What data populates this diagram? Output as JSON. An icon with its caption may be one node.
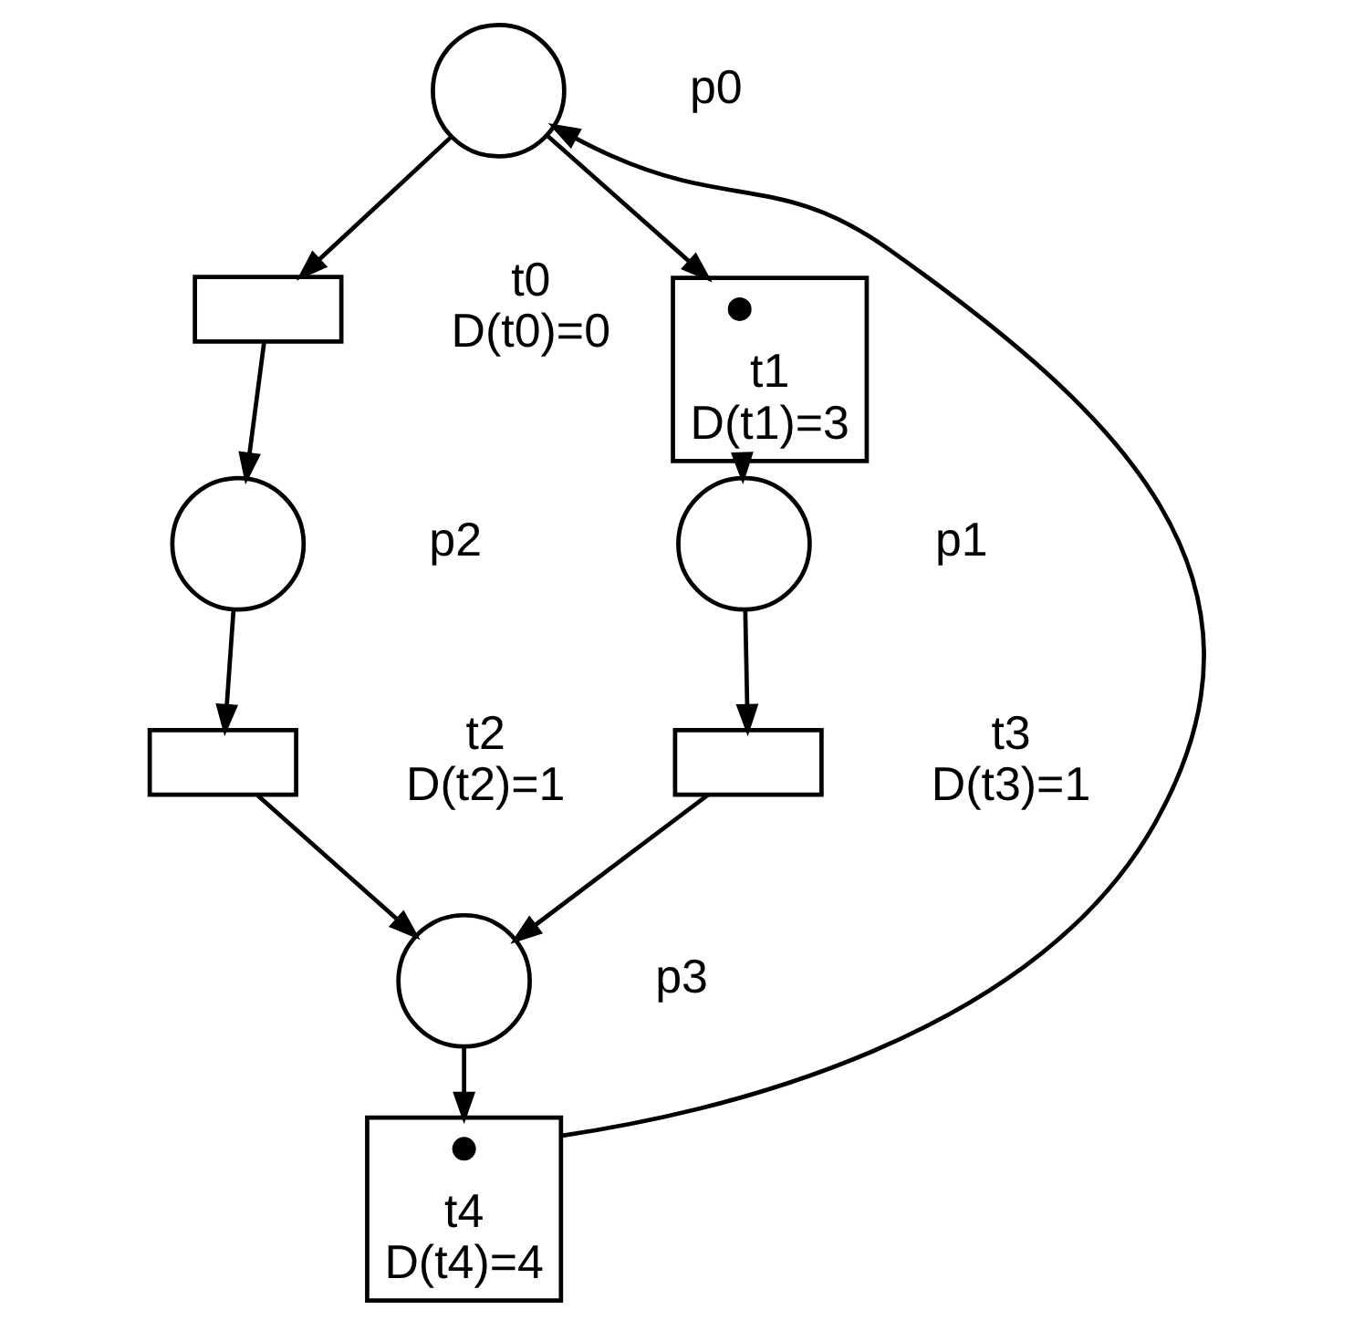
{
  "diagram": {
    "nodes": [
      {
        "text": [],
        "shape": "circle",
        "beside": [
          "p0"
        ]
      },
      {
        "text": [],
        "shape": "box",
        "beside": [
          "t0",
          "D(t0)=0"
        ]
      },
      {
        "text": [],
        "shape": "box",
        "beside": [
          "t1",
          "D(t1)=3"
        ]
      },
      {
        "text": [],
        "shape": "dot",
        "in": 2
      },
      {
        "text": [],
        "shape": "box",
        "beside": [
          "t4",
          "D(t4)=4"
        ]
      },
      {
        "text": [],
        "shape": "dot",
        "in": 4
      },
      {
        "text": [],
        "shape": "circle",
        "beside": [
          "p2"
        ]
      },
      {
        "text": [],
        "shape": "circle",
        "beside": [
          "p1"
        ]
      },
      {
        "text": [],
        "shape": "box",
        "beside": [
          "t2",
          "D(t2)=1"
        ]
      },
      {
        "text": [],
        "shape": "box",
        "beside": [
          "t3",
          "D(t3)=1"
        ]
      },
      {
        "text": [],
        "shape": "circle",
        "beside": [
          "p3"
        ]
      }
    ],
    "edges": [
      {
        "from": 0,
        "to": 1,
        "arrow": "to"
      },
      {
        "from": 0,
        "to": 2,
        "arrow": "to"
      },
      {
        "from": 1,
        "to": 6,
        "arrow": "to"
      },
      {
        "from": 2,
        "to": 7,
        "arrow": "to"
      },
      {
        "from": 6,
        "to": 8,
        "arrow": "to"
      },
      {
        "from": 7,
        "to": 9,
        "arrow": "to"
      },
      {
        "from": 8,
        "to": 10,
        "arrow": "to"
      },
      {
        "from": 9,
        "to": 10,
        "arrow": "to"
      },
      {
        "from": 10,
        "to": 4,
        "arrow": "to"
      },
      {
        "from": 4,
        "to": 0,
        "arrow": "to"
      }
    ]
  }
}
